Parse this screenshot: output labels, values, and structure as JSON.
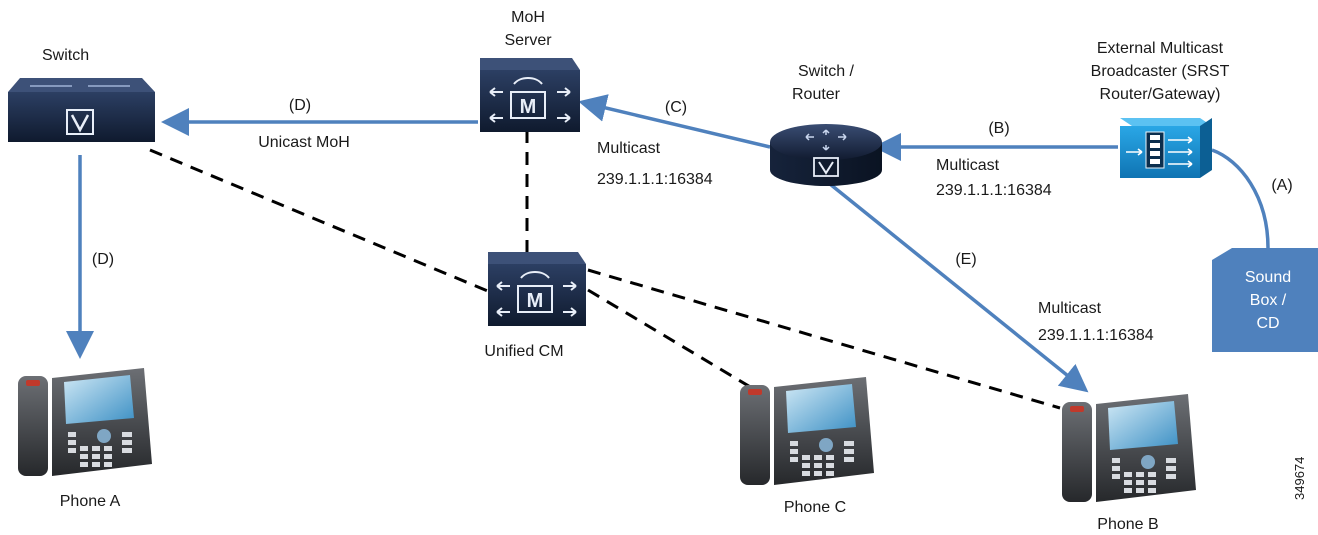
{
  "devices": {
    "switch": {
      "label": "Switch",
      "icon": "switch-icon"
    },
    "moh_server": {
      "label_line1": "MoH",
      "label_line2": "Server",
      "icon": "moh-server-icon"
    },
    "router": {
      "label_line1": "Switch /",
      "label_line2": "Router",
      "icon": "router-icon"
    },
    "broadcaster": {
      "label_line1": "External Multicast",
      "label_line2": "Broadcaster (SRST",
      "label_line3": "Router/Gateway)",
      "icon": "multicast-broadcaster-icon"
    },
    "unified_cm": {
      "label": "Unified CM",
      "icon": "unified-cm-icon"
    },
    "sound_box": {
      "label_line1": "Sound",
      "label_line2": "Box /",
      "label_line3": "CD",
      "icon": "sound-box-icon"
    },
    "phone_a": {
      "label": "Phone A",
      "icon": "ip-phone-icon"
    },
    "phone_b": {
      "label": "Phone B",
      "icon": "ip-phone-icon"
    },
    "phone_c": {
      "label": "Phone C",
      "icon": "ip-phone-icon"
    }
  },
  "links": {
    "a": {
      "tag": "(A)"
    },
    "b": {
      "tag": "(B)",
      "text_line1": "Multicast",
      "text_line2": "239.1.1.1:16384"
    },
    "c": {
      "tag": "(C)",
      "text_line1": "Multicast",
      "text_line2": "239.1.1.1:16384"
    },
    "d_horizontal": {
      "tag": "(D)",
      "text": "Unicast MoH"
    },
    "d_vertical": {
      "tag": "(D)"
    },
    "e": {
      "tag": "(E)",
      "text_line1": "Multicast",
      "text_line2": "239.1.1.1:16384"
    }
  },
  "figure_id": "349674",
  "colors": {
    "arrow": "#4f81bd",
    "dashed_link": "#000000",
    "device_dark": "#1b2a44",
    "broadcaster": "#1a8fd1",
    "sound_box": "#4f81bd"
  }
}
